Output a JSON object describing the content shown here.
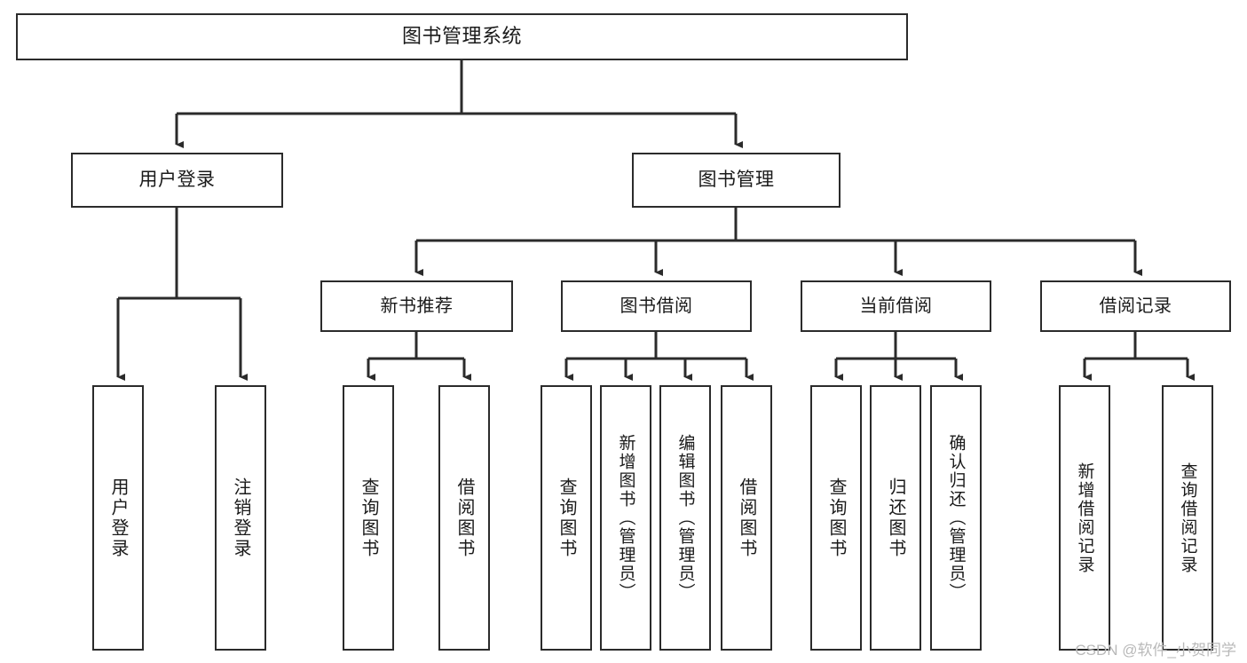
{
  "diagram": {
    "title": "图书管理系统",
    "type": "tree",
    "orientation": "top-down",
    "background_color": "#ffffff",
    "box_border_color": "#2b2b2b",
    "connector_color": "#2b2b2b",
    "text_color": "#1a1a1a"
  },
  "nodes": {
    "root": {
      "label": "图书管理系统",
      "level": 1
    },
    "level2": [
      {
        "id": "user-login",
        "label": "用户登录",
        "level": 2
      },
      {
        "id": "book-management",
        "label": "图书管理",
        "level": 2
      }
    ],
    "level3": [
      {
        "id": "new-book-recommend",
        "label": "新书推荐",
        "level": 3,
        "parent": "book-management"
      },
      {
        "id": "book-borrow",
        "label": "图书借阅",
        "level": 3,
        "parent": "book-management"
      },
      {
        "id": "current-borrow",
        "label": "当前借阅",
        "level": 3,
        "parent": "book-management"
      },
      {
        "id": "borrow-record",
        "label": "借阅记录",
        "level": 3,
        "parent": "book-management"
      }
    ],
    "leaves": [
      {
        "id": "leaf-user-login",
        "label": "用户登录",
        "parent": "user-login"
      },
      {
        "id": "leaf-logout",
        "label": "注销登录",
        "parent": "user-login"
      },
      {
        "id": "leaf-query-book-1",
        "label": "查询图书",
        "parent": "new-book-recommend"
      },
      {
        "id": "leaf-borrow-book-1",
        "label": "借阅图书",
        "parent": "new-book-recommend"
      },
      {
        "id": "leaf-query-book-2",
        "label": "查询图书",
        "parent": "book-borrow"
      },
      {
        "id": "leaf-add-book",
        "label": "新增图书（管理员）",
        "parent": "book-borrow"
      },
      {
        "id": "leaf-edit-book",
        "label": "编辑图书（管理员）",
        "parent": "book-borrow"
      },
      {
        "id": "leaf-borrow-book-2",
        "label": "借阅图书",
        "parent": "book-borrow"
      },
      {
        "id": "leaf-query-book-3",
        "label": "查询图书",
        "parent": "current-borrow"
      },
      {
        "id": "leaf-return-book",
        "label": "归还图书",
        "parent": "current-borrow"
      },
      {
        "id": "leaf-confirm-return",
        "label": "确认归还（管理员）",
        "parent": "current-borrow"
      },
      {
        "id": "leaf-add-record",
        "label": "新增借阅记录",
        "parent": "borrow-record"
      },
      {
        "id": "leaf-query-record",
        "label": "查询借阅记录",
        "parent": "borrow-record"
      }
    ]
  },
  "watermark": {
    "text": "CSDN @软件_小贺同学"
  }
}
